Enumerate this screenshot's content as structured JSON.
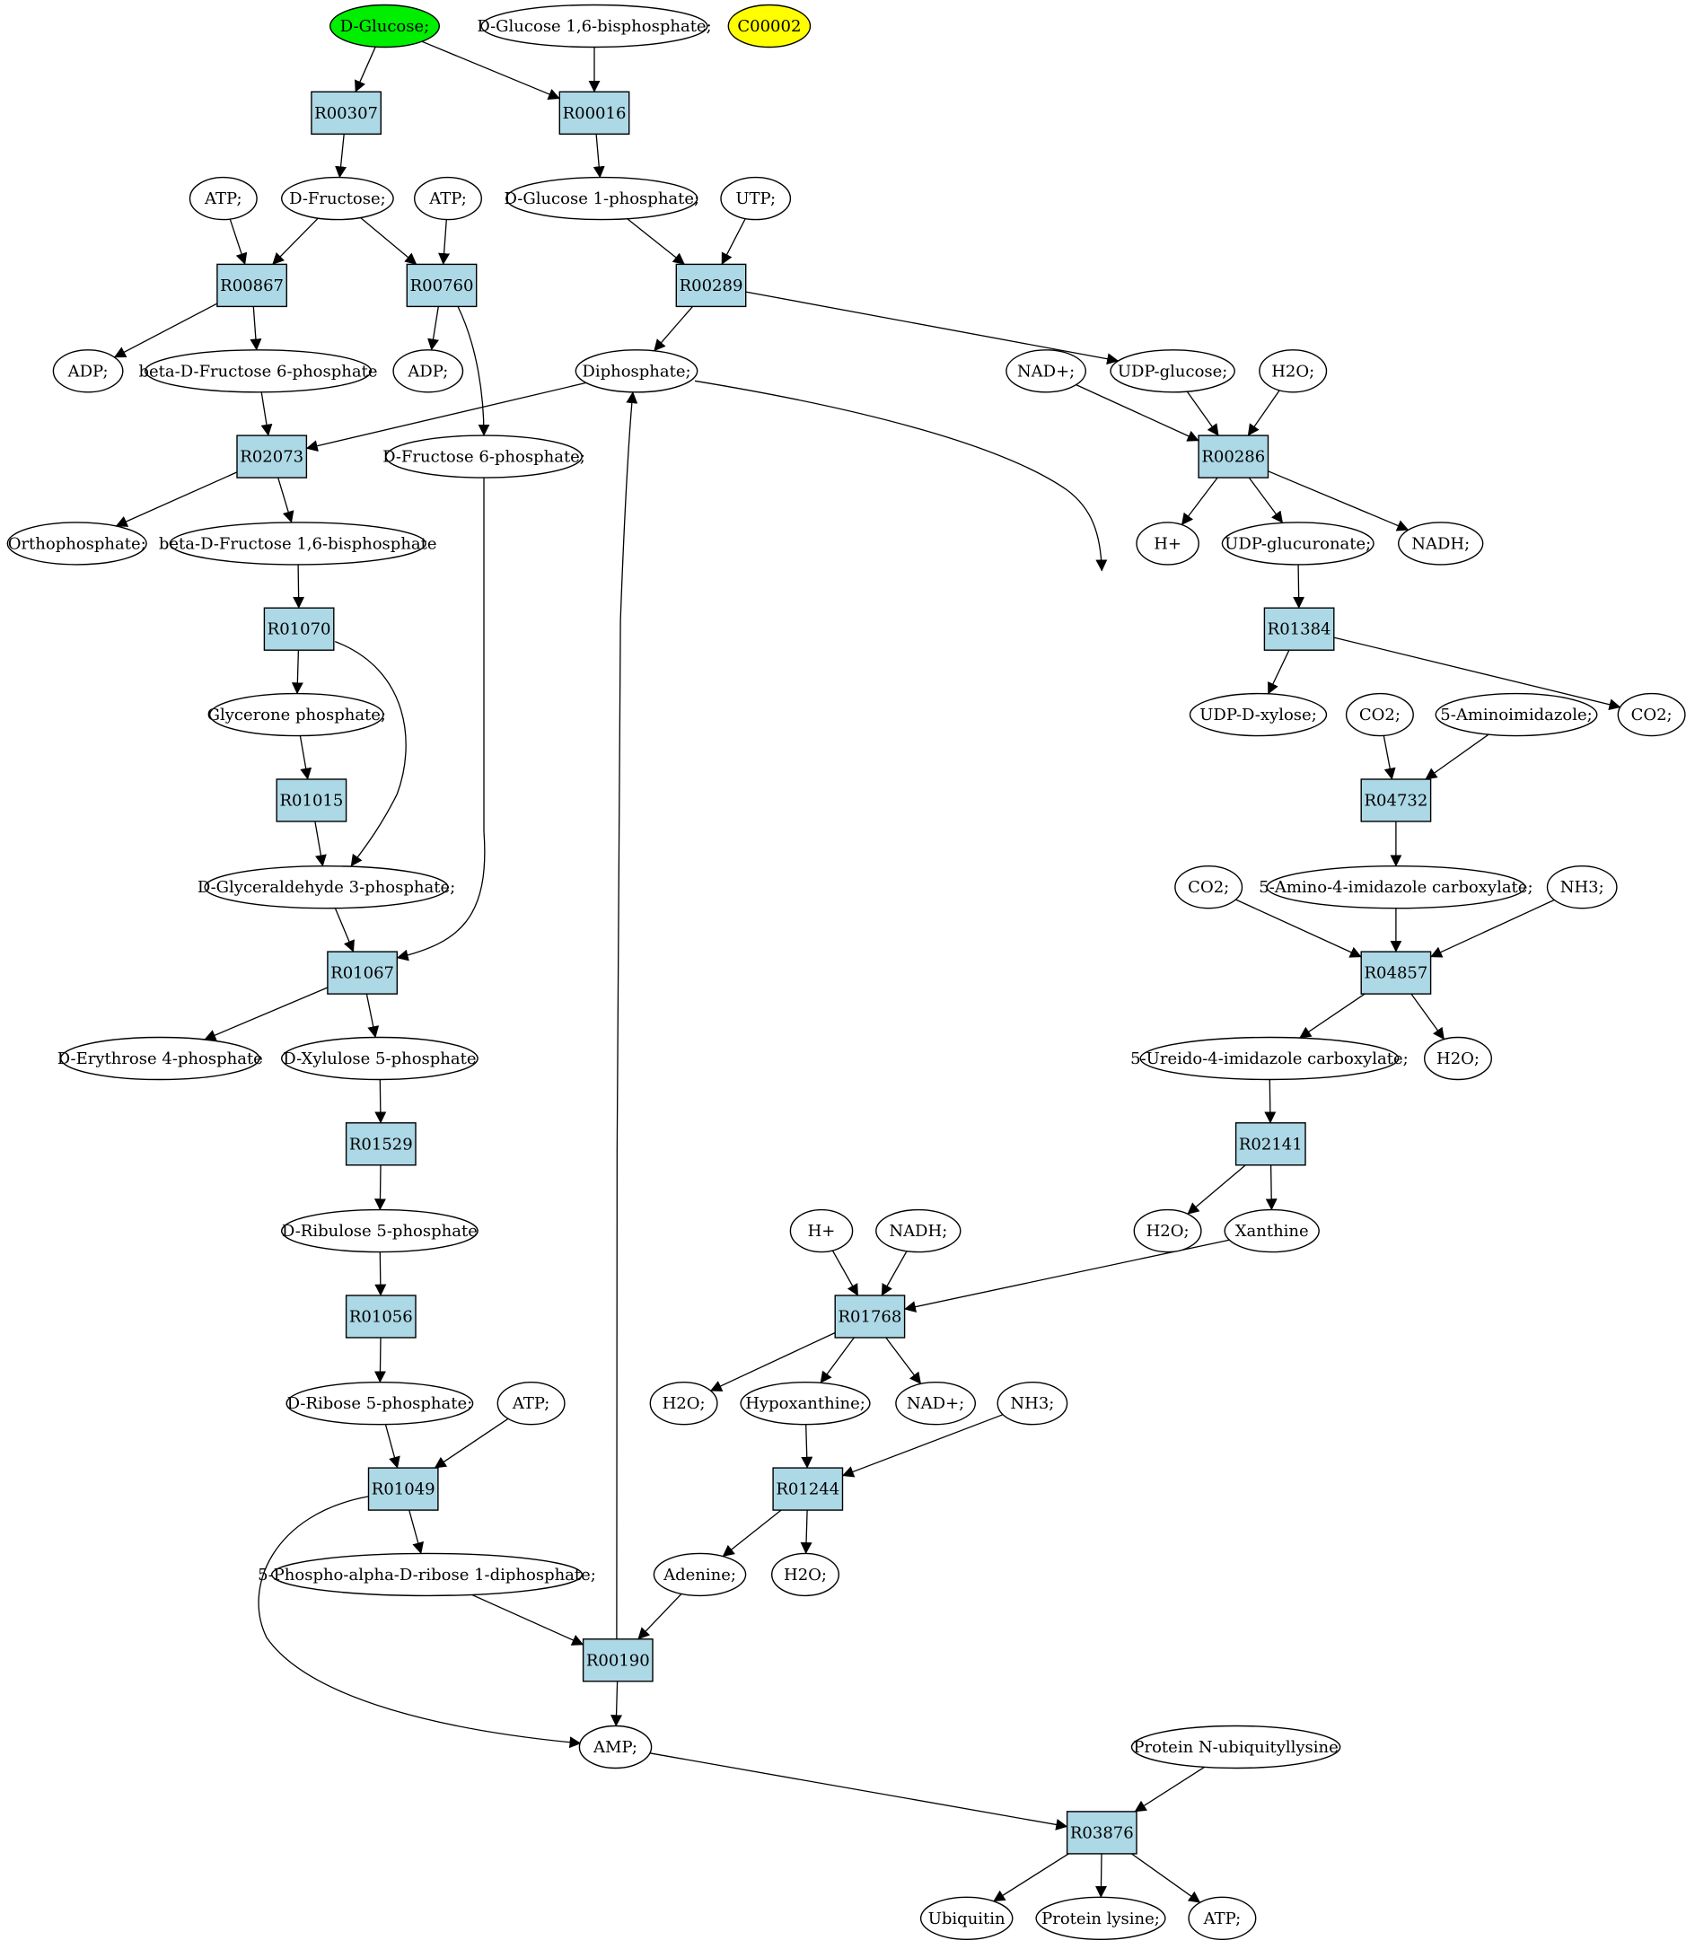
{
  "colors": {
    "reaction_fill": "#add8e6",
    "compound_fill": "#ffffff",
    "highlight_green": "#00ee00",
    "highlight_yellow": "#ffff00",
    "edge": "#000000"
  },
  "nodes": [
    {
      "id": "c_glucose",
      "kind": "compound",
      "label": "D-Glucose;",
      "fill": "#00ee00"
    },
    {
      "id": "c_glc16bp",
      "kind": "compound",
      "label": "D-Glucose 1,6-bisphosphate;"
    },
    {
      "id": "c_c00002",
      "kind": "compound",
      "label": "C00002",
      "fill": "#ffff00"
    },
    {
      "id": "r_R00307",
      "kind": "reaction",
      "label": "R00307"
    },
    {
      "id": "r_R00016",
      "kind": "reaction",
      "label": "R00016"
    },
    {
      "id": "c_atp1",
      "kind": "compound",
      "label": "ATP;"
    },
    {
      "id": "c_fructose",
      "kind": "compound",
      "label": "D-Fructose;"
    },
    {
      "id": "c_atp2",
      "kind": "compound",
      "label": "ATP;"
    },
    {
      "id": "c_glc1p",
      "kind": "compound",
      "label": "D-Glucose 1-phosphate;"
    },
    {
      "id": "c_utp",
      "kind": "compound",
      "label": "UTP;"
    },
    {
      "id": "r_R00867",
      "kind": "reaction",
      "label": "R00867"
    },
    {
      "id": "r_R00760",
      "kind": "reaction",
      "label": "R00760"
    },
    {
      "id": "r_R00289",
      "kind": "reaction",
      "label": "R00289"
    },
    {
      "id": "c_adp1",
      "kind": "compound",
      "label": "ADP;"
    },
    {
      "id": "c_bf6p",
      "kind": "compound",
      "label": "beta-D-Fructose 6-phosphate"
    },
    {
      "id": "c_adp2",
      "kind": "compound",
      "label": "ADP;"
    },
    {
      "id": "c_diphosphate",
      "kind": "compound",
      "label": "Diphosphate;"
    },
    {
      "id": "c_nadp1",
      "kind": "compound",
      "label": "NAD+;"
    },
    {
      "id": "c_udpglucose",
      "kind": "compound",
      "label": "UDP-glucose;"
    },
    {
      "id": "c_h2o1",
      "kind": "compound",
      "label": "H2O;"
    },
    {
      "id": "r_R02073",
      "kind": "reaction",
      "label": "R02073"
    },
    {
      "id": "c_df6p",
      "kind": "compound",
      "label": "D-Fructose 6-phosphate;"
    },
    {
      "id": "r_R00286",
      "kind": "reaction",
      "label": "R00286"
    },
    {
      "id": "c_orthophosphate",
      "kind": "compound",
      "label": "Orthophosphate;"
    },
    {
      "id": "c_bf16bp",
      "kind": "compound",
      "label": "beta-D-Fructose 1,6-bisphosphate"
    },
    {
      "id": "c_hplus1",
      "kind": "compound",
      "label": "H+"
    },
    {
      "id": "c_udpglucuronate",
      "kind": "compound",
      "label": "UDP-glucuronate;"
    },
    {
      "id": "c_nadh1",
      "kind": "compound",
      "label": "NADH;"
    },
    {
      "id": "r_R01070",
      "kind": "reaction",
      "label": "R01070"
    },
    {
      "id": "r_R01384",
      "kind": "reaction",
      "label": "R01384"
    },
    {
      "id": "c_glyceronep",
      "kind": "compound",
      "label": "Glycerone phosphate;"
    },
    {
      "id": "c_udpxylose",
      "kind": "compound",
      "label": "UDP-D-xylose;"
    },
    {
      "id": "c_co2a",
      "kind": "compound",
      "label": "CO2;"
    },
    {
      "id": "c_aminoimidazole",
      "kind": "compound",
      "label": "5-Aminoimidazole;"
    },
    {
      "id": "c_co2b",
      "kind": "compound",
      "label": "CO2;"
    },
    {
      "id": "r_R01015",
      "kind": "reaction",
      "label": "R01015"
    },
    {
      "id": "r_R04732",
      "kind": "reaction",
      "label": "R04732"
    },
    {
      "id": "c_g3p",
      "kind": "compound",
      "label": "D-Glyceraldehyde 3-phosphate;"
    },
    {
      "id": "c_co2c",
      "kind": "compound",
      "label": "CO2;"
    },
    {
      "id": "c_a4ic",
      "kind": "compound",
      "label": "5-Amino-4-imidazole carboxylate;"
    },
    {
      "id": "c_nh3a",
      "kind": "compound",
      "label": "NH3;"
    },
    {
      "id": "r_R01067",
      "kind": "reaction",
      "label": "R01067"
    },
    {
      "id": "r_R04857",
      "kind": "reaction",
      "label": "R04857"
    },
    {
      "id": "c_e4p",
      "kind": "compound",
      "label": "D-Erythrose 4-phosphate"
    },
    {
      "id": "c_x5p",
      "kind": "compound",
      "label": "D-Xylulose 5-phosphate"
    },
    {
      "id": "c_u4ic",
      "kind": "compound",
      "label": "5-Ureido-4-imidazole carboxylate;"
    },
    {
      "id": "c_h2o2",
      "kind": "compound",
      "label": "H2O;"
    },
    {
      "id": "r_R01529",
      "kind": "reaction",
      "label": "R01529"
    },
    {
      "id": "r_R02141",
      "kind": "reaction",
      "label": "R02141"
    },
    {
      "id": "c_ru5p",
      "kind": "compound",
      "label": "D-Ribulose 5-phosphate"
    },
    {
      "id": "c_hplus2",
      "kind": "compound",
      "label": "H+"
    },
    {
      "id": "c_nadh2",
      "kind": "compound",
      "label": "NADH;"
    },
    {
      "id": "c_h2o3",
      "kind": "compound",
      "label": "H2O;"
    },
    {
      "id": "c_xanthine",
      "kind": "compound",
      "label": "Xanthine"
    },
    {
      "id": "r_R01056",
      "kind": "reaction",
      "label": "R01056"
    },
    {
      "id": "r_R01768",
      "kind": "reaction",
      "label": "R01768"
    },
    {
      "id": "c_r5p",
      "kind": "compound",
      "label": "D-Ribose 5-phosphate;"
    },
    {
      "id": "c_atp3",
      "kind": "compound",
      "label": "ATP;"
    },
    {
      "id": "c_h2o4",
      "kind": "compound",
      "label": "H2O;"
    },
    {
      "id": "c_hypoxanthine",
      "kind": "compound",
      "label": "Hypoxanthine;"
    },
    {
      "id": "c_nadp2",
      "kind": "compound",
      "label": "NAD+;"
    },
    {
      "id": "c_nh3b",
      "kind": "compound",
      "label": "NH3;"
    },
    {
      "id": "r_R01049",
      "kind": "reaction",
      "label": "R01049"
    },
    {
      "id": "r_R01244",
      "kind": "reaction",
      "label": "R01244"
    },
    {
      "id": "c_prpp",
      "kind": "compound",
      "label": "5-Phospho-alpha-D-ribose 1-diphosphate;"
    },
    {
      "id": "c_adenine",
      "kind": "compound",
      "label": "Adenine;"
    },
    {
      "id": "c_h2o5",
      "kind": "compound",
      "label": "H2O;"
    },
    {
      "id": "r_R00190",
      "kind": "reaction",
      "label": "R00190"
    },
    {
      "id": "c_amp",
      "kind": "compound",
      "label": "AMP;"
    },
    {
      "id": "c_pnul",
      "kind": "compound",
      "label": "Protein N-ubiquityllysine"
    },
    {
      "id": "r_R03876",
      "kind": "reaction",
      "label": "R03876"
    },
    {
      "id": "c_ubiquitin",
      "kind": "compound",
      "label": "Ubiquitin"
    },
    {
      "id": "c_proteinlysine",
      "kind": "compound",
      "label": "Protein lysine;"
    },
    {
      "id": "c_atp4",
      "kind": "compound",
      "label": "ATP;"
    }
  ],
  "edges": [
    {
      "from": "c_glucose",
      "to": "r_R00307"
    },
    {
      "from": "c_glucose",
      "to": "r_R00016"
    },
    {
      "from": "c_glc16bp",
      "to": "r_R00016"
    },
    {
      "from": "r_R00307",
      "to": "c_fructose"
    },
    {
      "from": "r_R00016",
      "to": "c_glc1p"
    },
    {
      "from": "c_atp1",
      "to": "r_R00867"
    },
    {
      "from": "c_fructose",
      "to": "r_R00867"
    },
    {
      "from": "c_fructose",
      "to": "r_R00760"
    },
    {
      "from": "c_atp2",
      "to": "r_R00760"
    },
    {
      "from": "c_glc1p",
      "to": "r_R00289"
    },
    {
      "from": "c_utp",
      "to": "r_R00289"
    },
    {
      "from": "r_R00867",
      "to": "c_adp1"
    },
    {
      "from": "r_R00867",
      "to": "c_bf6p"
    },
    {
      "from": "r_R00760",
      "to": "c_adp2"
    },
    {
      "from": "r_R00760",
      "to": "c_df6p"
    },
    {
      "from": "r_R00289",
      "to": "c_diphosphate"
    },
    {
      "from": "r_R00289",
      "to": "c_udpglucose"
    },
    {
      "from": "c_bf6p",
      "to": "r_R02073"
    },
    {
      "from": "c_diphosphate",
      "to": "r_R02073"
    },
    {
      "from": "c_diphosphate",
      "to": "r_R03876"
    },
    {
      "from": "c_nadp1",
      "to": "r_R00286"
    },
    {
      "from": "c_udpglucose",
      "to": "r_R00286"
    },
    {
      "from": "c_h2o1",
      "to": "r_R00286"
    },
    {
      "from": "r_R02073",
      "to": "c_orthophosphate"
    },
    {
      "from": "r_R02073",
      "to": "c_bf16bp"
    },
    {
      "from": "c_df6p",
      "to": "r_R01067"
    },
    {
      "from": "r_R00286",
      "to": "c_hplus1"
    },
    {
      "from": "r_R00286",
      "to": "c_udpglucuronate"
    },
    {
      "from": "r_R00286",
      "to": "c_nadh1"
    },
    {
      "from": "c_bf16bp",
      "to": "r_R01070"
    },
    {
      "from": "c_udpglucuronate",
      "to": "r_R01384"
    },
    {
      "from": "r_R01070",
      "to": "c_glyceronep"
    },
    {
      "from": "r_R01070",
      "to": "c_g3p"
    },
    {
      "from": "r_R01384",
      "to": "c_udpxylose"
    },
    {
      "from": "r_R01384",
      "to": "c_co2b"
    },
    {
      "from": "c_glyceronep",
      "to": "r_R01015"
    },
    {
      "from": "c_co2a",
      "to": "r_R04732"
    },
    {
      "from": "c_aminoimidazole",
      "to": "r_R04732"
    },
    {
      "from": "r_R01015",
      "to": "c_g3p"
    },
    {
      "from": "r_R04732",
      "to": "c_a4ic"
    },
    {
      "from": "c_g3p",
      "to": "r_R01067"
    },
    {
      "from": "c_co2c",
      "to": "r_R04857"
    },
    {
      "from": "c_a4ic",
      "to": "r_R04857"
    },
    {
      "from": "c_nh3a",
      "to": "r_R04857"
    },
    {
      "from": "r_R01067",
      "to": "c_e4p"
    },
    {
      "from": "r_R01067",
      "to": "c_x5p"
    },
    {
      "from": "r_R04857",
      "to": "c_u4ic"
    },
    {
      "from": "r_R04857",
      "to": "c_h2o2"
    },
    {
      "from": "c_x5p",
      "to": "r_R01529"
    },
    {
      "from": "c_u4ic",
      "to": "r_R02141"
    },
    {
      "from": "r_R01529",
      "to": "c_ru5p"
    },
    {
      "from": "r_R02141",
      "to": "c_h2o3"
    },
    {
      "from": "r_R02141",
      "to": "c_xanthine"
    },
    {
      "from": "c_ru5p",
      "to": "r_R01056"
    },
    {
      "from": "c_hplus2",
      "to": "r_R01768"
    },
    {
      "from": "c_nadh2",
      "to": "r_R01768"
    },
    {
      "from": "c_xanthine",
      "to": "r_R01768"
    },
    {
      "from": "r_R01056",
      "to": "c_r5p"
    },
    {
      "from": "r_R01768",
      "to": "c_h2o4"
    },
    {
      "from": "r_R01768",
      "to": "c_hypoxanthine"
    },
    {
      "from": "r_R01768",
      "to": "c_nadp2"
    },
    {
      "from": "c_r5p",
      "to": "r_R01049"
    },
    {
      "from": "c_atp3",
      "to": "r_R01049"
    },
    {
      "from": "c_hypoxanthine",
      "to": "r_R01244"
    },
    {
      "from": "c_nh3b",
      "to": "r_R01244"
    },
    {
      "from": "r_R01049",
      "to": "c_prpp"
    },
    {
      "from": "r_R01049",
      "to": "c_amp"
    },
    {
      "from": "r_R01244",
      "to": "c_adenine"
    },
    {
      "from": "r_R01244",
      "to": "c_h2o5"
    },
    {
      "from": "c_prpp",
      "to": "r_R00190"
    },
    {
      "from": "c_adenine",
      "to": "r_R00190"
    },
    {
      "from": "r_R00190",
      "to": "c_amp"
    },
    {
      "from": "r_R00190",
      "to": "c_diphosphate"
    },
    {
      "from": "c_amp",
      "to": "r_R03876"
    },
    {
      "from": "c_pnul",
      "to": "r_R03876"
    },
    {
      "from": "r_R03876",
      "to": "c_ubiquitin"
    },
    {
      "from": "r_R03876",
      "to": "c_proteinlysine"
    },
    {
      "from": "r_R03876",
      "to": "c_atp4"
    }
  ]
}
